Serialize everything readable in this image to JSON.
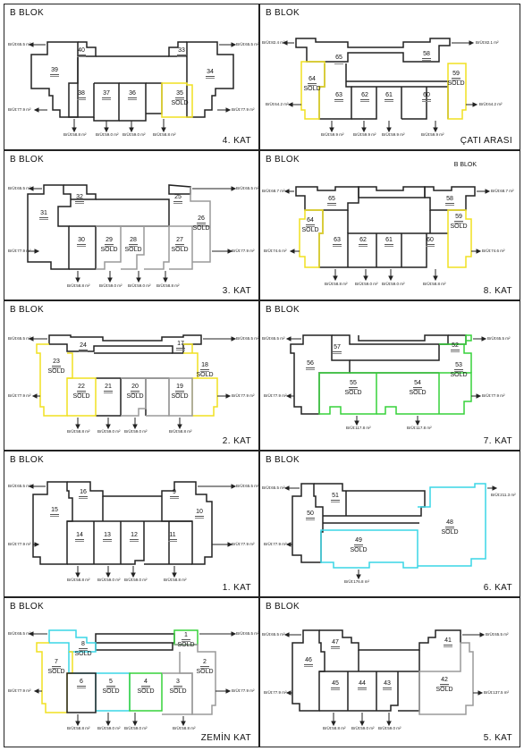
{
  "colors": {
    "available": "#222222",
    "sold_yellow": "#f0e020",
    "sold_green": "#36d23a",
    "sold_cyan": "#3ad6e6",
    "sold_gray": "#9a9a9a"
  },
  "panels": [
    {
      "id": "p1",
      "title": "B BLOK",
      "floor": "4. KAT",
      "units": [
        {
          "no": "40",
          "sold": ""
        },
        {
          "no": "33",
          "sold": ""
        },
        {
          "no": "39",
          "sold": ""
        },
        {
          "no": "34",
          "sold": ""
        },
        {
          "no": "38",
          "sold": ""
        },
        {
          "no": "37",
          "sold": ""
        },
        {
          "no": "36",
          "sold": ""
        },
        {
          "no": "35",
          "sold": "SOLD"
        }
      ],
      "labels": [
        "BrÜt:65.5 m²",
        "BrÜt:65.5 m²",
        "BrÜt:77.9 m²",
        "BrÜt:77.9 m²",
        "BrÜt:58.8 m²",
        "BrÜt:59.0 m²",
        "BrÜt:59.0 m²",
        "BrÜt:58.8 m²"
      ]
    },
    {
      "id": "p2",
      "title": "B BLOK",
      "floor": "ÇATI ARASI",
      "units": [
        {
          "no": "65",
          "sold": ""
        },
        {
          "no": "58",
          "sold": ""
        },
        {
          "no": "64",
          "sold": "SOLD"
        },
        {
          "no": "59",
          "sold": "SOLD"
        },
        {
          "no": "63",
          "sold": ""
        },
        {
          "no": "62",
          "sold": ""
        },
        {
          "no": "61",
          "sold": ""
        },
        {
          "no": "60",
          "sold": ""
        }
      ],
      "labels": [
        "BrÜt:82.4 m²",
        "BrÜt:82.1 m²",
        "BrÜt:64.2 m²",
        "BrÜt:64.2 m²",
        "BrÜt:59.9 m²",
        "BrÜt:59.9 m²",
        "BrÜt:59.9 m²",
        "BrÜt:59.9 m²"
      ]
    },
    {
      "id": "p3",
      "title": "B BLOK",
      "floor": "3. KAT",
      "units": [
        {
          "no": "32",
          "sold": ""
        },
        {
          "no": "25",
          "sold": ""
        },
        {
          "no": "31",
          "sold": ""
        },
        {
          "no": "26",
          "sold": "SOLD"
        },
        {
          "no": "30",
          "sold": ""
        },
        {
          "no": "29",
          "sold": "SOLD"
        },
        {
          "no": "28",
          "sold": "SOLD"
        },
        {
          "no": "27",
          "sold": "SOLD"
        }
      ],
      "labels": [
        "BrÜt:65.5 m²",
        "BrÜt:65.5 m²",
        "BrÜt:77.9 m²",
        "BrÜt:77.9 m²",
        "BrÜt:58.8 m²",
        "BrÜt:59.0 m²",
        "BrÜt:59.0 m²",
        "BrÜt:58.8 m²"
      ]
    },
    {
      "id": "p4",
      "title": "B BLOK",
      "floor": "8. KAT",
      "extra": "B BLOK",
      "units": [
        {
          "no": "65",
          "sold": ""
        },
        {
          "no": "58",
          "sold": ""
        },
        {
          "no": "64",
          "sold": "SOLD"
        },
        {
          "no": "59",
          "sold": "SOLD"
        },
        {
          "no": "63",
          "sold": ""
        },
        {
          "no": "62",
          "sold": ""
        },
        {
          "no": "61",
          "sold": ""
        },
        {
          "no": "60",
          "sold": ""
        }
      ],
      "labels": [
        "BrÜt:68.7 m²",
        "BrÜt:68.7 m²",
        "BrÜt:74.6 m²",
        "BrÜt:74.6 m²",
        "BrÜt:58.8 m²",
        "BrÜt:59.0 m²",
        "BrÜt:59.0 m²",
        "BrÜt:58.8 m²"
      ]
    },
    {
      "id": "p5",
      "title": "B BLOK",
      "floor": "2. KAT",
      "units": [
        {
          "no": "24",
          "sold": ""
        },
        {
          "no": "17",
          "sold": ""
        },
        {
          "no": "23",
          "sold": "SOLD"
        },
        {
          "no": "18",
          "sold": "SOLD"
        },
        {
          "no": "22",
          "sold": "SOLD"
        },
        {
          "no": "21",
          "sold": ""
        },
        {
          "no": "20",
          "sold": "SOLD"
        },
        {
          "no": "19",
          "sold": "SOLD"
        }
      ],
      "labels": [
        "BrÜt:65.5 m²",
        "BrÜt:65.5 m²",
        "BrÜt:77.9 m²",
        "BrÜt:77.9 m²",
        "BrÜt:58.8 m²",
        "BrÜt:59.0 m²",
        "BrÜt:59.0 m²",
        "BrÜt:58.8 m²"
      ]
    },
    {
      "id": "p6",
      "title": "B BLOK",
      "floor": "7. KAT",
      "units": [
        {
          "no": "57",
          "sold": ""
        },
        {
          "no": "52",
          "sold": ""
        },
        {
          "no": "56",
          "sold": ""
        },
        {
          "no": "53",
          "sold": "SOLD"
        },
        {
          "no": "55",
          "sold": "SOLD"
        },
        {
          "no": "54",
          "sold": "SOLD"
        }
      ],
      "labels": [
        "BrÜt:65.5 m²",
        "BrÜt:65.5 m²",
        "BrÜt:77.9 m²",
        "BrÜt:77.9 m²",
        "BrÜt:117.8 m²",
        "BrÜt:117.8 m²"
      ]
    },
    {
      "id": "p7",
      "title": "B BLOK",
      "floor": "1. KAT",
      "units": [
        {
          "no": "16",
          "sold": ""
        },
        {
          "no": "9",
          "sold": ""
        },
        {
          "no": "15",
          "sold": ""
        },
        {
          "no": "10",
          "sold": ""
        },
        {
          "no": "14",
          "sold": ""
        },
        {
          "no": "13",
          "sold": ""
        },
        {
          "no": "12",
          "sold": ""
        },
        {
          "no": "11",
          "sold": ""
        }
      ],
      "labels": [
        "BrÜt:65.5 m²",
        "BrÜt:65.5 m²",
        "BrÜt:77.9 m²",
        "BrÜt:77.9 m²",
        "BrÜt:58.8 m²",
        "BrÜt:59.0 m²",
        "BrÜt:59.0 m²",
        "BrÜt:58.8 m²"
      ]
    },
    {
      "id": "p8",
      "title": "B BLOK",
      "floor": "6. KAT",
      "units": [
        {
          "no": "51",
          "sold": ""
        },
        {
          "no": "50",
          "sold": ""
        },
        {
          "no": "49",
          "sold": "SOLD"
        },
        {
          "no": "48",
          "sold": "SOLD"
        }
      ],
      "labels": [
        "BrÜt:65.5 m²",
        "BrÜt:211.3 m²",
        "BrÜt:77.9 m²",
        "BrÜt:176.8 m²"
      ]
    },
    {
      "id": "p9",
      "title": "B BLOK",
      "floor": "ZEMİN KAT",
      "units": [
        {
          "no": "8",
          "sold": "SOLD"
        },
        {
          "no": "1",
          "sold": "SOLD"
        },
        {
          "no": "7",
          "sold": "SOLD"
        },
        {
          "no": "2",
          "sold": "SOLD"
        },
        {
          "no": "6",
          "sold": ""
        },
        {
          "no": "5",
          "sold": "SOLD"
        },
        {
          "no": "4",
          "sold": "SOLD"
        },
        {
          "no": "3",
          "sold": "SOLD"
        }
      ],
      "labels": [
        "BrÜt:65.5 m²",
        "BrÜt:65.5 m²",
        "BrÜt:77.9 m²",
        "BrÜt:77.9 m²",
        "BrÜt:58.8 m²",
        "BrÜt:59.0 m²",
        "BrÜt:59.0 m²",
        "BrÜt:58.8 m²"
      ]
    },
    {
      "id": "p10",
      "title": "B BLOK",
      "floor": "5. KAT",
      "units": [
        {
          "no": "47",
          "sold": ""
        },
        {
          "no": "41",
          "sold": ""
        },
        {
          "no": "46",
          "sold": ""
        },
        {
          "no": "45",
          "sold": ""
        },
        {
          "no": "44",
          "sold": ""
        },
        {
          "no": "43",
          "sold": ""
        },
        {
          "no": "42",
          "sold": "SOLD"
        }
      ],
      "labels": [
        "BrÜt:65.5 m²",
        "BrÜt:65.5 m²",
        "BrÜt:77.9 m²",
        "BrÜt:137.5 m²",
        "BrÜt:58.8 m²",
        "BrÜt:59.0 m²",
        "BrÜt:59.0 m²"
      ]
    }
  ]
}
